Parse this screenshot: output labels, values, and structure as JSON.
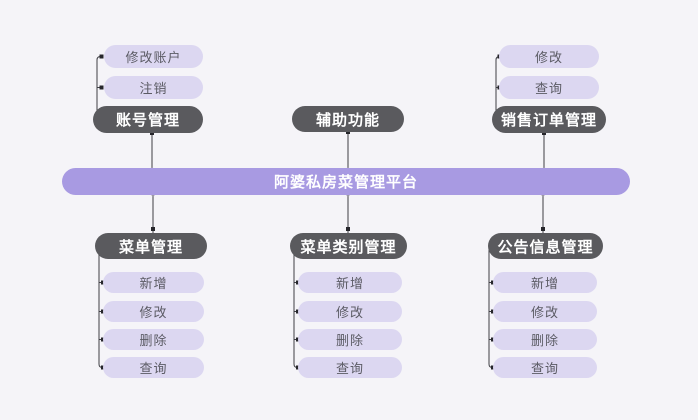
{
  "center": {
    "label": "阿婆私房菜管理平台"
  },
  "sections": {
    "account": {
      "parent": "账号管理",
      "children": [
        "修改账户",
        "注销"
      ]
    },
    "auxiliary": {
      "parent": "辅助功能",
      "children": []
    },
    "sales_order": {
      "parent": "销售订单管理",
      "children": [
        "修改",
        "查询"
      ]
    },
    "menu": {
      "parent": "菜单管理",
      "children": [
        "新增",
        "修改",
        "删除",
        "查询"
      ]
    },
    "menu_category": {
      "parent": "菜单类别管理",
      "children": [
        "新增",
        "修改",
        "删除",
        "查询"
      ]
    },
    "announcement": {
      "parent": "公告信息管理",
      "children": [
        "新增",
        "修改",
        "删除",
        "查询"
      ]
    }
  },
  "colors": {
    "background": "#f5f4f8",
    "center_bar": "#a89ae2",
    "parent_node": "#5a5a5e",
    "child_node": "#dcd7f1",
    "child_text": "#5b5b64",
    "connector": "#3e3e44"
  }
}
